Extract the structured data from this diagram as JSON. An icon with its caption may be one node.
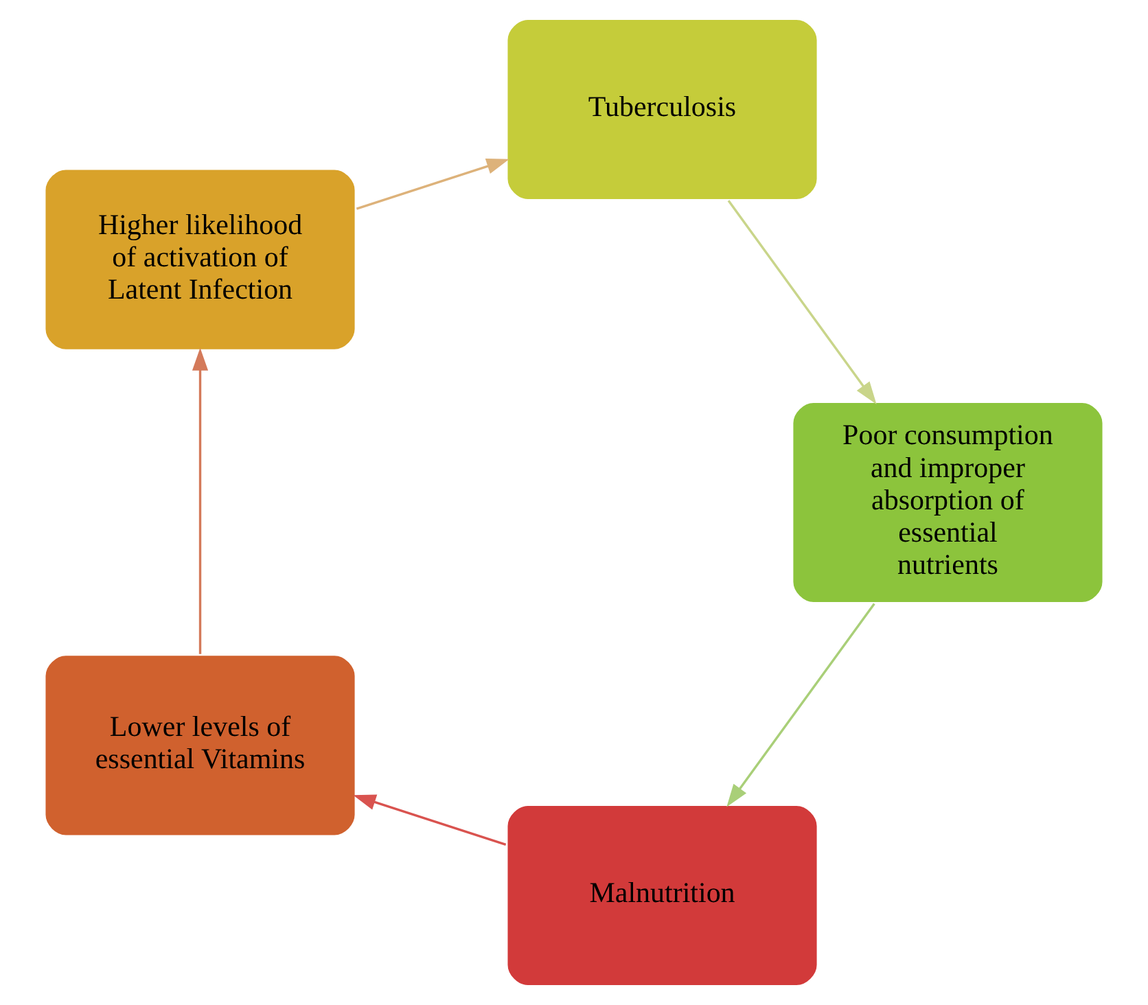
{
  "diagram": {
    "nodes": [
      {
        "text": [
          "Malnutrition"
        ]
      },
      {
        "text": [
          "Lower levels of essential Vitamins"
        ]
      },
      {
        "text": [
          "Higher likelihood of activation of Latent Infection"
        ]
      },
      {
        "text": [
          "Tuberculosis"
        ]
      },
      {
        "text": [
          "Poor consumption and improper absorption of essential nutrients"
        ]
      }
    ],
    "edges": [
      {
        "from": 0,
        "to": 1,
        "arrow": "to",
        "color": "#d9534f"
      },
      {
        "from": 1,
        "to": 2,
        "arrow": "to",
        "color": "#d47a5a"
      },
      {
        "from": 2,
        "to": 3,
        "arrow": "to",
        "color": "#ddb27a"
      },
      {
        "from": 3,
        "to": 4,
        "arrow": "to",
        "color": "#c9d58a"
      },
      {
        "from": 4,
        "to": 0,
        "arrow": "to",
        "color": "#a9cf78"
      }
    ]
  }
}
